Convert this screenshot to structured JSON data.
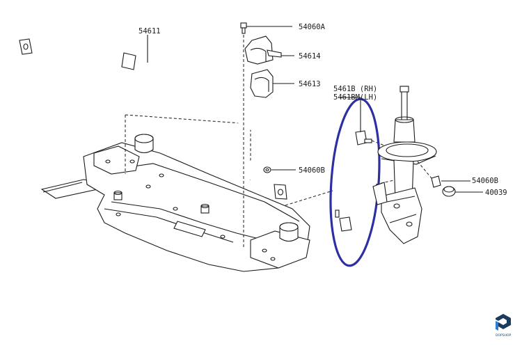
{
  "diagram": {
    "part_numbers": [
      "54611",
      "54060A",
      "54614",
      "54613",
      "54060B",
      "5461B (RH)",
      "5461BM(LH)",
      "54060B",
      "40039"
    ],
    "highlight_color": "#2d2fa3"
  },
  "logo": {
    "text": "DOPSHOP",
    "icon": "dopshop-logo-icon"
  }
}
